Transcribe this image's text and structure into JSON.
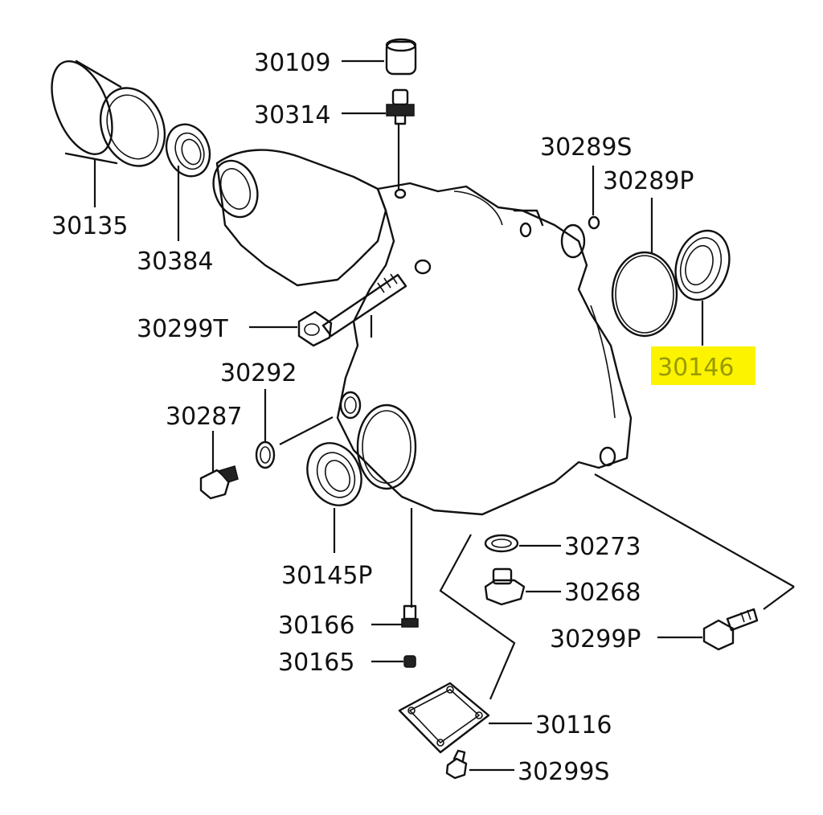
{
  "labels": {
    "p30109": "30109",
    "p30314": "30314",
    "p30135": "30135",
    "p30384": "30384",
    "p30289S": "30289S",
    "p30289P": "30289P",
    "p30146": "30146",
    "p30299T": "30299T",
    "p30292": "30292",
    "p30287": "30287",
    "p30145P": "30145P",
    "p30273": "30273",
    "p30268": "30268",
    "p30299P": "30299P",
    "p30166": "30166",
    "p30165": "30165",
    "p30116": "30116",
    "p30299S": "30299S"
  },
  "colors": {
    "highlight": "#fbf300",
    "ink": "#111111",
    "highlight_text": "#9a9a00"
  }
}
